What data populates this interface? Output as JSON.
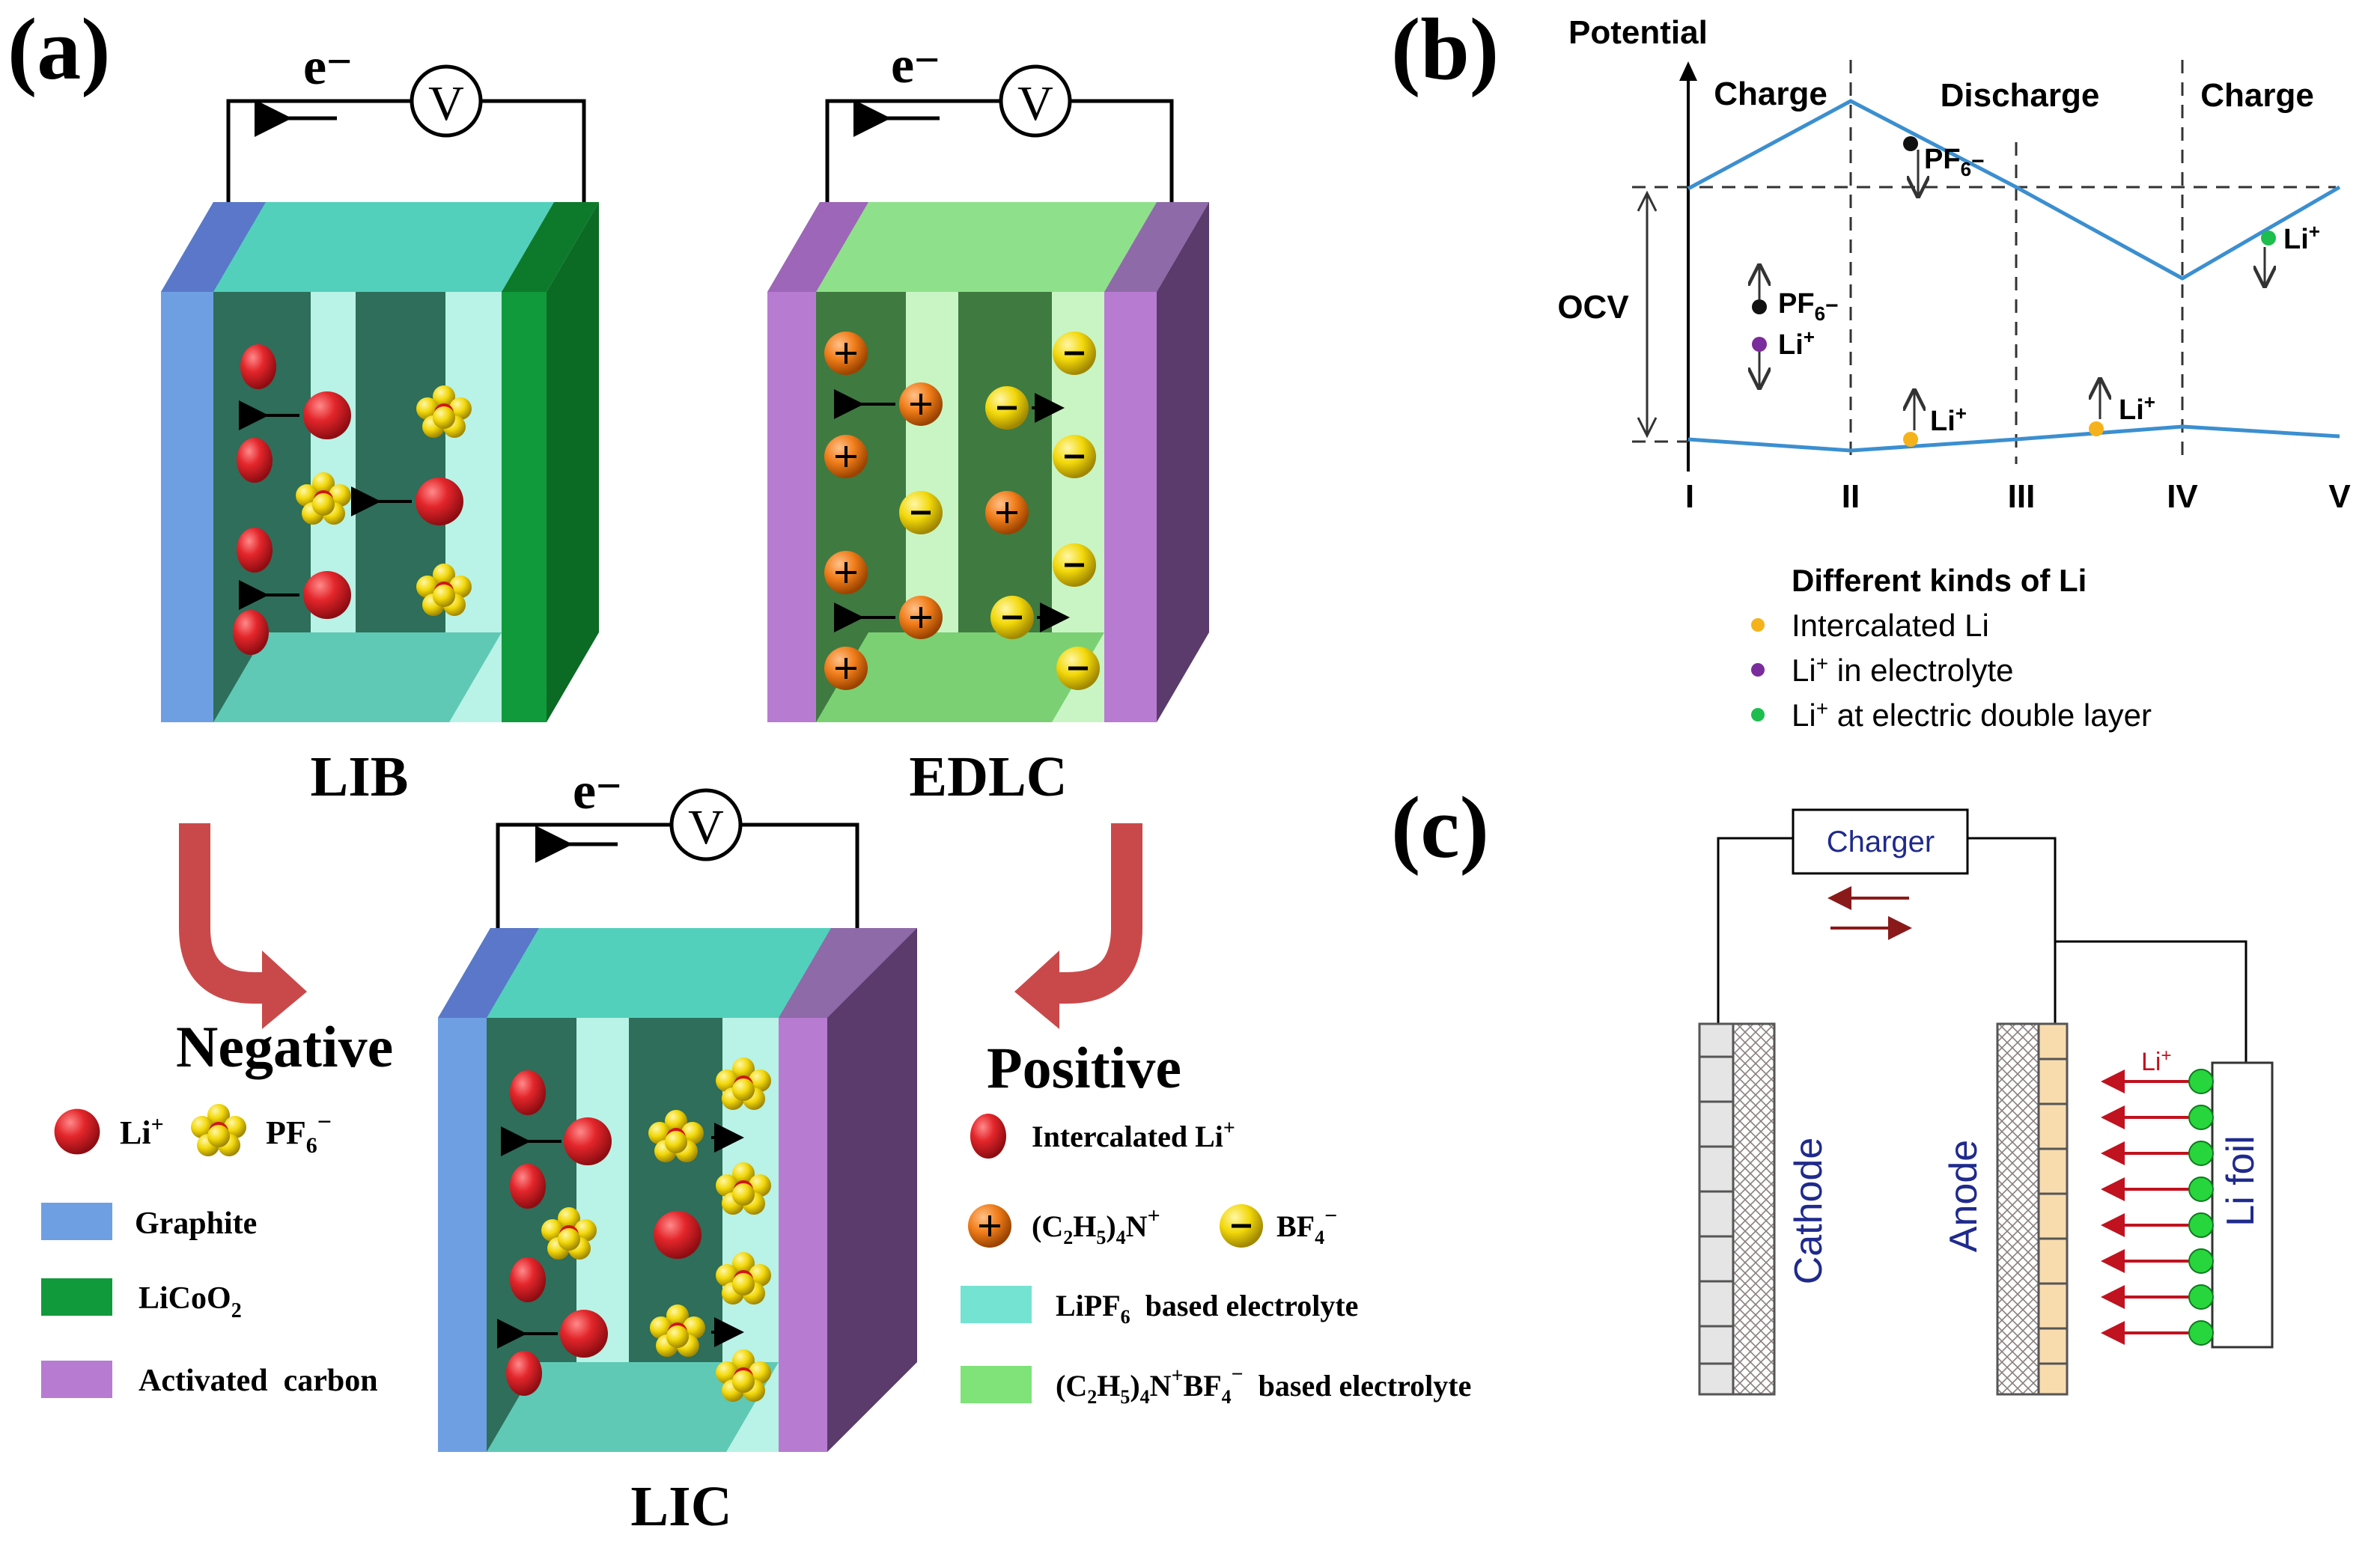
{
  "panel_a": {
    "label": "(a)",
    "circuit": {
      "electron": "e",
      "electron_sup": "−",
      "meter": "V"
    },
    "cells": {
      "lib": "LIB",
      "edlc": "EDLC",
      "lic": "LIC"
    },
    "flow": {
      "negative": "Negative",
      "positive": "Positive"
    },
    "legend_left": {
      "li_ion": "Li",
      "li_ion_sup": "+",
      "pf6": "PF",
      "pf6_sub": "6",
      "pf6_sup": "−",
      "graphite": "Graphite",
      "licoo2": "LiCoO",
      "licoo2_sub": "2",
      "activated_carbon": "Activated  carbon"
    },
    "legend_right": {
      "intercalated": "Intercalated Li",
      "intercalated_sup": "+",
      "cation": "(C",
      "cation_sub1": "2",
      "cation_mid": "H",
      "cation_sub2": "5",
      "cation_tail": ")",
      "cation_sub3": "4",
      "cation_end": "N",
      "cation_sup": "+",
      "bf4": "BF",
      "bf4_sub": "4",
      "bf4_sup": "−",
      "lipf6": "LiPF",
      "lipf6_sub": "6",
      "lipf6_tail": "  based electrolyte",
      "tea": "(C",
      "tea_sub1": "2",
      "tea_mid": "H",
      "tea_sub2": "5",
      "tea_tail": ")",
      "tea_sub3": "4",
      "tea_n": "N",
      "tea_sup": "+",
      "tea_bf": "BF",
      "tea_bf_sub": "4",
      "tea_bf_sup": "−",
      "tea_end": "  based electrolyte"
    },
    "colors": {
      "graphite": "#6f9fe3",
      "licoo2": "#119a3c",
      "activated_carbon": "#b77bd1",
      "lipf6_electrolyte": "#74e3d2",
      "tea_electrolyte": "#7fe37a",
      "li_ion": "#e3262b",
      "pf6_ion": "#ffd800",
      "cation": "#f07d1a",
      "anion": "#f2d80a",
      "flow_arrow": "#c9494a"
    }
  },
  "panel_b": {
    "label": "(b)",
    "y_title": "Potential",
    "ocv": "OCV",
    "phases": [
      "Charge",
      "Discharge",
      "Charge"
    ],
    "x_ticks": [
      "I",
      "II",
      "III",
      "IV",
      "V"
    ],
    "annotations": {
      "pf6_top": "PF",
      "pf6_top_sub": "6",
      "pf6_top_sup": "−",
      "pf6_mid": "PF",
      "pf6_mid_sub": "6",
      "pf6_mid_sup": "−",
      "li_mid": "Li",
      "li_mid_sup": "+",
      "li_low1": "Li",
      "li_low1_sup": "+",
      "li_low2": "Li",
      "li_low2_sup": "+",
      "li_right": "Li",
      "li_right_sup": "+"
    },
    "legend": {
      "title": "Different kinds of Li",
      "items": [
        {
          "label": "Intercalated Li",
          "color": "#f5b21a"
        },
        {
          "label_pre": "Li",
          "label_sup": "+",
          "label_post": " in electrolyte",
          "color": "#7a2b9c"
        },
        {
          "label_pre": "Li",
          "label_sup": "+",
          "label_post": " at electric double layer",
          "color": "#1dbd4e"
        }
      ]
    },
    "line_color": "#3b8fd0"
  },
  "panel_c": {
    "label": "(c)",
    "charger": "Charger",
    "cathode": "Cathode",
    "anode": "Anode",
    "li_foil": "Li foil",
    "li_ion": "Li",
    "li_ion_sup": "+",
    "colors": {
      "text": "#1f2a8c",
      "arrow": "#c1121f",
      "dot": "#27d63c",
      "anode_fill": "#f9dcae"
    }
  }
}
